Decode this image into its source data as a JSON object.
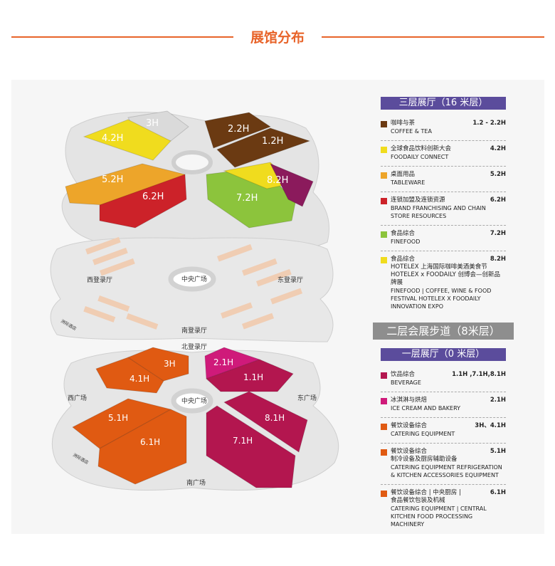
{
  "title": "展馆分布",
  "colors": {
    "accent": "#e8642a",
    "bar": "#5b4c9c",
    "coffee": "#6b3a12",
    "yellow": "#f0dc1e",
    "tableware": "#eda52a",
    "red": "#cc2229",
    "green": "#8cc43c",
    "purple": "#8b1a5c",
    "beverage": "#b3164f",
    "icecream": "#cf1a7a",
    "orange": "#e05a12"
  },
  "map": {
    "level3": [
      "3H",
      "4.2H",
      "2.2H",
      "1.2H",
      "5.2H",
      "6.2H",
      "7.2H",
      "8.2H"
    ],
    "level2": {
      "central": "中央广场",
      "west": "西登录厅",
      "east": "东登录厅",
      "south": "南登录厅",
      "hotel": "洲际酒店"
    },
    "level1": [
      "4.1H",
      "3H",
      "2.1H",
      "1.1H",
      "5.1H",
      "6.1H",
      "7.1H",
      "8.1H"
    ],
    "level1_labels": {
      "north": "北登录厅",
      "central": "中央广场",
      "west": "西广场",
      "east": "东广场",
      "south": "南广场",
      "hotel": "洲际酒店"
    }
  },
  "legend": {
    "level3_title": "三层展厅（16 米层）",
    "level3": [
      {
        "cn": "咖啡与茶",
        "en": "COFFEE & TEA",
        "hall": "1.2 - 2.2H",
        "color": "#6b3a12"
      },
      {
        "cn": "全球食品饮料创新大会",
        "en": "FOODAILY CONNECT",
        "hall": "4.2H",
        "color": "#f0dc1e"
      },
      {
        "cn": "桌面用品",
        "en": "TABLEWARE",
        "hall": "5.2H",
        "color": "#eda52a"
      },
      {
        "cn": "连锁加盟及连锁资源",
        "en": "BRAND FRANCHISING AND CHAIN STORE RESOURCES",
        "hall": "6.2H",
        "color": "#cc2229"
      },
      {
        "cn": "食品综合",
        "en": "FINEFOOD",
        "hall": "7.2H",
        "color": "#8cc43c"
      },
      {
        "cn": "食品综合",
        "cn2": "HOTELEX 上海国际咖啡美酒美食节",
        "cn3": "HOTELEX x FOODAILY 创博会—创新品牌展",
        "en": "FINEFOOD | COFFEE, WINE & FOOD FESTIVAL HOTELEX X FOODAILY INNOVATION EXPO",
        "hall": "8.2H",
        "color": "#f0dc1e"
      }
    ],
    "level2_title": "二层会展步道（8米层）",
    "level1_title": "一层展厅（0 米层）",
    "level1": [
      {
        "cn": "饮品综合",
        "en": "BEVERAGE",
        "hall": "1.1H ,7.1H,8.1H",
        "color": "#b3164f"
      },
      {
        "cn": "冰淇淋与烘焙",
        "en": "ICE CREAM AND BAKERY",
        "hall": "2.1H",
        "color": "#cf1a7a"
      },
      {
        "cn": "餐饮设备综合",
        "en": "CATERING EQUIPMENT",
        "hall": "3H、4.1H",
        "color": "#e05a12"
      },
      {
        "cn": "餐饮设备综合",
        "cn2": "制冷设备及厨房辅助设备",
        "en": "CATERING EQUIPMENT REFRIGERATION & KITCHEN ACCESSORIES EQUIPMENT",
        "hall": "5.1H",
        "color": "#e05a12"
      },
      {
        "cn": "餐饮设备综合 | 中央厨房 |",
        "cn2": "食品餐饮包装及机械",
        "en": "CATERING EQUIPMENT | CENTRAL KITCHEN FOOD PROCESSING MACHINERY",
        "hall": "6.1H",
        "color": "#e05a12"
      }
    ]
  }
}
